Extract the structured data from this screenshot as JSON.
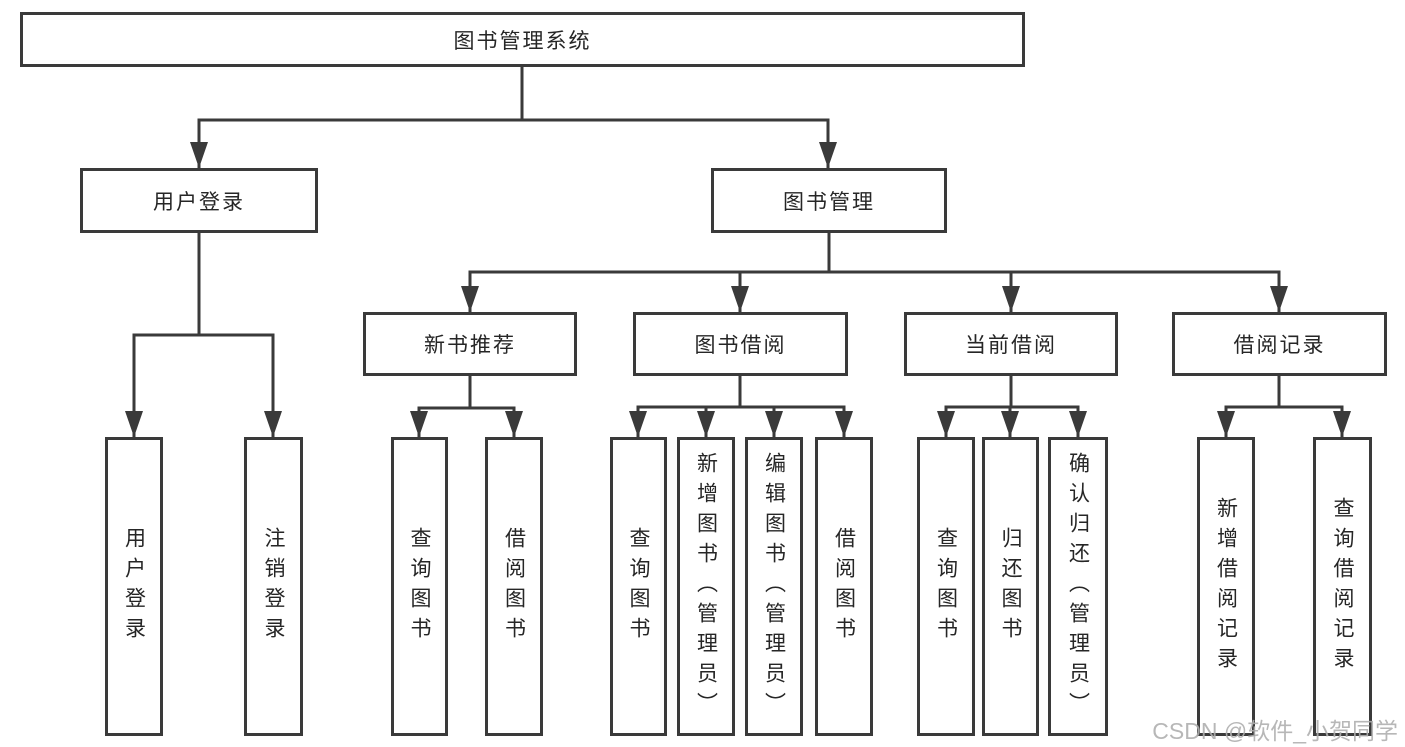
{
  "tree": {
    "label": "图书管理系统",
    "children": [
      {
        "label": "用户登录",
        "children": [
          {
            "label": "用户登录"
          },
          {
            "label": "注销登录"
          }
        ]
      },
      {
        "label": "图书管理",
        "children": [
          {
            "label": "新书推荐",
            "children": [
              {
                "label": "查询图书"
              },
              {
                "label": "借阅图书"
              }
            ]
          },
          {
            "label": "图书借阅",
            "children": [
              {
                "label": "查询图书"
              },
              {
                "label": "新增图书（管理员）"
              },
              {
                "label": "编辑图书（管理员）"
              },
              {
                "label": "借阅图书"
              }
            ]
          },
          {
            "label": "当前借阅",
            "children": [
              {
                "label": "查询图书"
              },
              {
                "label": "归还图书"
              },
              {
                "label": "确认归还（管理员）"
              }
            ]
          },
          {
            "label": "借阅记录",
            "children": [
              {
                "label": "新增借阅记录"
              },
              {
                "label": "查询借阅记录"
              }
            ]
          }
        ]
      }
    ]
  },
  "watermark": "CSDN @软件_小贺同学",
  "colors": {
    "line": "#3a3a3a",
    "box_border": "#3a3a3a",
    "text": "#262626",
    "watermark": "#afafaf",
    "background": "#ffffff"
  }
}
